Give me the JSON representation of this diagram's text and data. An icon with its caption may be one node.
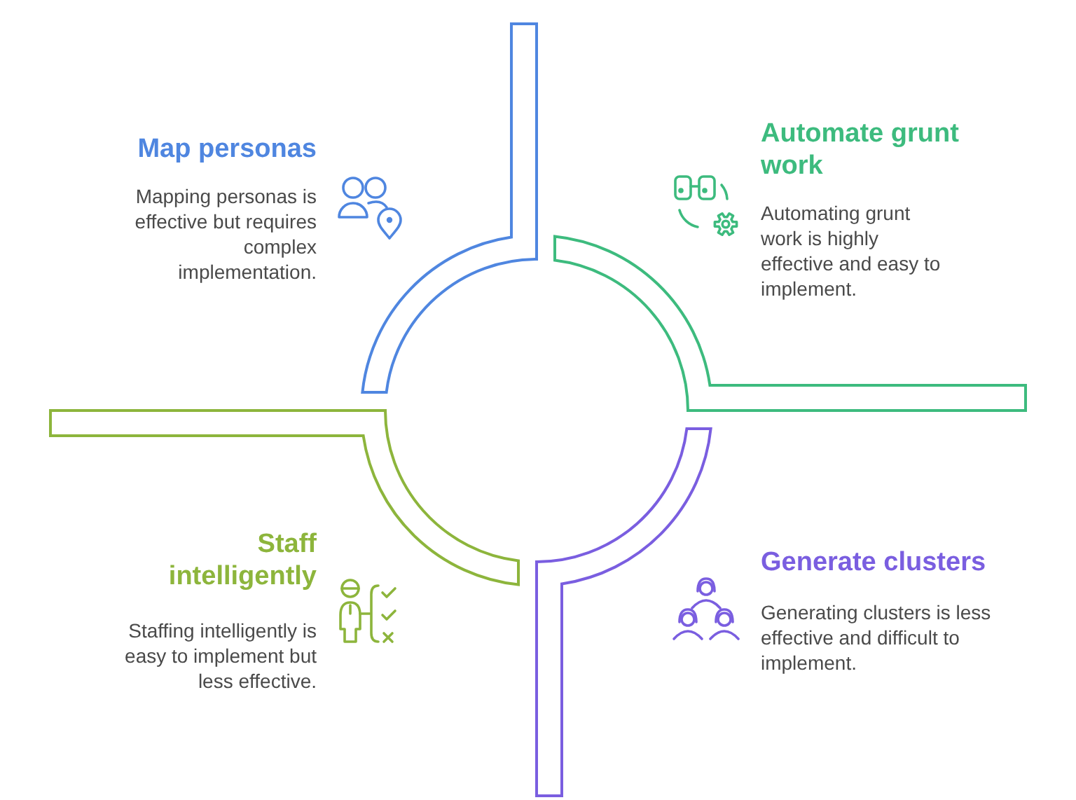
{
  "diagram": {
    "nodes": [
      {
        "text": [
          "Map personas",
          "Mapping personas is effective but requires complex implementation."
        ]
      },
      {
        "text": [
          "Automate grunt work",
          "Automating grunt work is highly effective and easy to implement."
        ]
      },
      {
        "text": [
          "Staff intelligently",
          "Staffing intelligently is easy to implement but less effective."
        ]
      },
      {
        "text": [
          "Generate clusters",
          "Generating clusters is less effective and difficult to implement."
        ]
      }
    ]
  }
}
